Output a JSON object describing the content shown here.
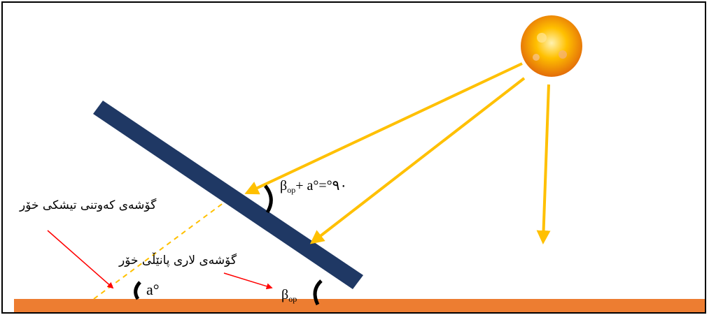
{
  "colors": {
    "ground": "#ED7D31",
    "panel": "#1F3864",
    "ray": "#FFC000",
    "pointer": "#FF0000",
    "sun_outer": "#E36C09",
    "sun_inner": "#FFD966"
  },
  "labels": {
    "incidence_angle": "گۆشەی کەوتنی تیشکی خۆر",
    "panel_tilt_angle": "گۆشەی لاری پانێڵی خۆر",
    "equation_beta": "β",
    "equation_sub": "op",
    "equation_rest": "+ a°=°٩٠",
    "angle_a": "a°",
    "angle_beta": "β",
    "angle_beta_sub": "op"
  },
  "icons": {
    "sun": "sun-icon"
  }
}
